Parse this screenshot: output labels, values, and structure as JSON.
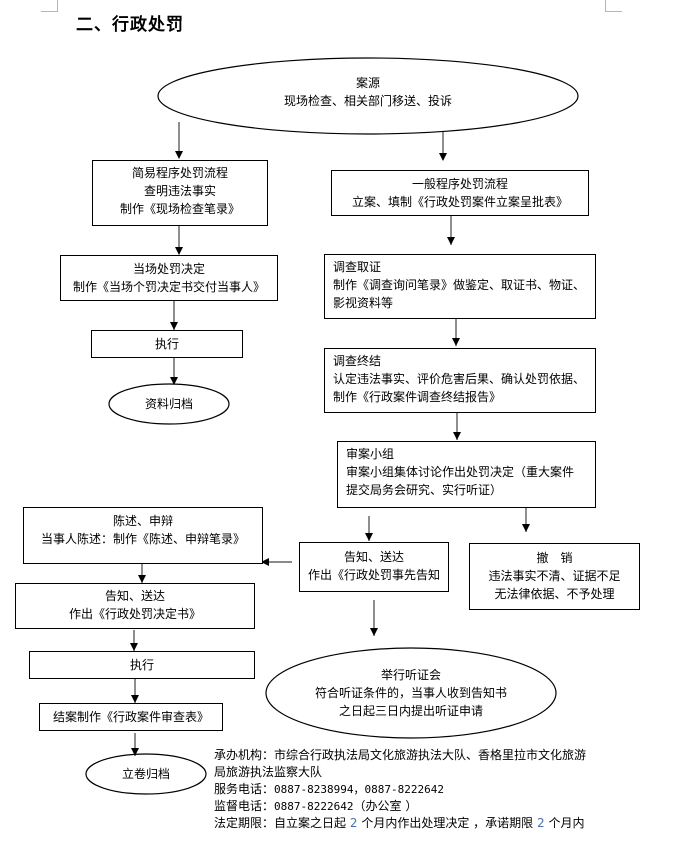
{
  "document": {
    "title": "二、行政处罚"
  },
  "flowchart": {
    "source": {
      "title": "案源",
      "subtitle": "现场检查、相关部门移送、投诉"
    },
    "simple": {
      "title": "简易程序处罚流程",
      "line2": "查明违法事实",
      "line3": "制作《现场检查笔录》"
    },
    "general": {
      "title": "一般程序处罚流程",
      "line2": "立案、填制《行政处罚案件立案呈批表》"
    },
    "onsite_decision": {
      "title": "当场处罚决定",
      "line2": "制作《当场个罚决定书交付当事人》"
    },
    "execute_left_top": {
      "label": "执行"
    },
    "archive_top": {
      "label": "资料归档"
    },
    "investigate": {
      "title": "调查取证",
      "line2": "制作《调查询问笔录》做鉴定、取证书、物证、",
      "line3": "影视资料等"
    },
    "investigate_end": {
      "title": "调查终结",
      "line2": "认定违法事实、评价危害后果、确认处罚依据、",
      "line3": "制作《行政案件调查终结报告》"
    },
    "review_group": {
      "title": "审案小组",
      "line2": "审案小组集体讨论作出处罚决定（重大案件",
      "line3": "提交局务会研究、实行听证）"
    },
    "statement": {
      "title": "陈述、申辩",
      "line2": "当事人陈述：制作《陈述、申辩笔录》"
    },
    "notify_prior": {
      "title": "告知、送达",
      "line2": "作出《行政处罚事先告知"
    },
    "revoke": {
      "title": "撤　销",
      "line2": "违法事实不清、证据不足",
      "line3": "无法律依据、不予处理"
    },
    "notify_decision": {
      "title": "告知、送达",
      "line2": "作出《行政处罚决定书》"
    },
    "execute_left_bottom": {
      "label": "执行"
    },
    "hearing": {
      "title": "举行听证会",
      "line2": "符合听证条件的，当事人收到告知书",
      "line3": "之日起三日内提出听证申请"
    },
    "close_case": {
      "label": "结案制作《行政案件审查表》"
    },
    "archive_bottom": {
      "label": "立卷归档"
    }
  },
  "footer": {
    "agency_label": "承办机构：",
    "agency_line1": "市综合行政执法局文化旅游执法大队、香格里拉市文化旅游",
    "agency_line2": "局旅游执法监察大队",
    "service_phone_label": "服务电话：",
    "service_phone": "0887-8238994，0887-8222642",
    "supervise_phone_label": "监督电话：",
    "supervise_phone": "0887-8222642",
    "supervise_phone_note": "（办公室 ）",
    "deadline_label": "法定期限：",
    "deadline_pre": "自立案之日起",
    "deadline_months_1": "2",
    "deadline_mid": "个月内作出处理决定 ，承诺期限",
    "deadline_months_2": "2",
    "deadline_post": "个月内"
  }
}
